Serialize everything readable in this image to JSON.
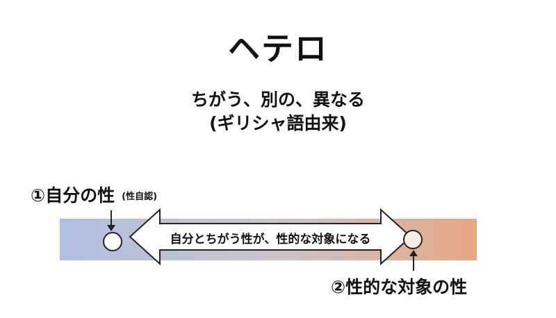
{
  "title": "ヘテロ",
  "subtitle_line1": "ちがう、別の、異なる",
  "subtitle_line2": "(ギリシャ語由来)",
  "node1": {
    "label": "①自分の性",
    "note": "(性自認)"
  },
  "node2": {
    "label": "②性的な対象の性"
  },
  "arrow_label": "自分とちがう性が、性的な対象になる",
  "colors": {
    "gradient_left": "#aebfe0",
    "gradient_mid": "#cbc3cc",
    "gradient_right": "#e6a882",
    "node1_fill": "#ffffff",
    "node2_fill": "#f7ece6"
  }
}
